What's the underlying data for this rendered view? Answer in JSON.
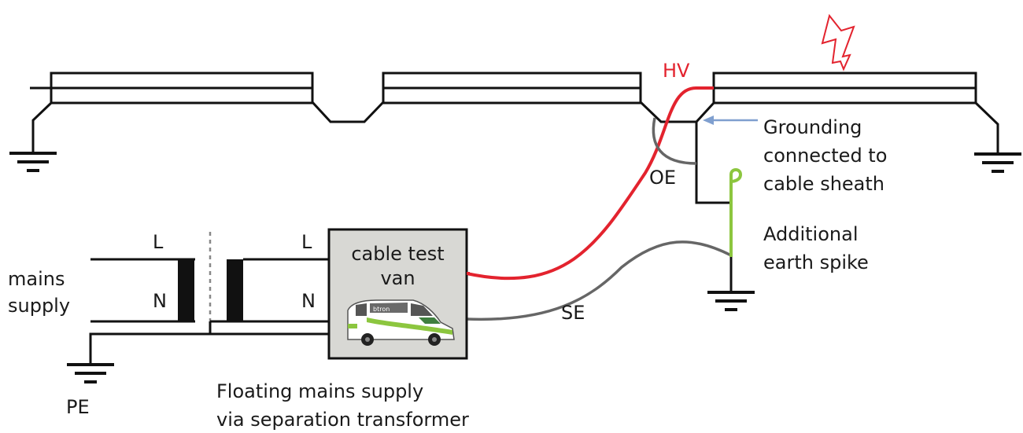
{
  "colors": {
    "hv_cable": "#e3232e",
    "earth_cable": "#666666",
    "earth_spike": "#8cc63f",
    "pointer_arrow": "#7f9fcf",
    "fault_symbol": "#e3232e",
    "van_box": "#d8d8d4",
    "wire": "#111111"
  },
  "icons": {
    "fault": "lightning-bolt-icon",
    "ground": "ground-symbol-icon",
    "vehicle": "cable-test-van-icon"
  },
  "labels": {
    "hv": "HV",
    "oe": "OE",
    "se": "SE",
    "pe": "PE",
    "grounding_line1": "Grounding",
    "grounding_line2": "connected to",
    "grounding_line3": "cable sheath",
    "spike_line1": "Additional",
    "spike_line2": "earth spike",
    "mains_line1": "mains",
    "mains_line2": "supply",
    "primary_l": "L",
    "primary_n": "N",
    "secondary_l": "L",
    "secondary_n": "N",
    "van_line1": "cable test",
    "van_line2": "van",
    "van_brand": "btron",
    "floating_line1": "Floating mains supply",
    "floating_line2": "via separation transformer"
  }
}
